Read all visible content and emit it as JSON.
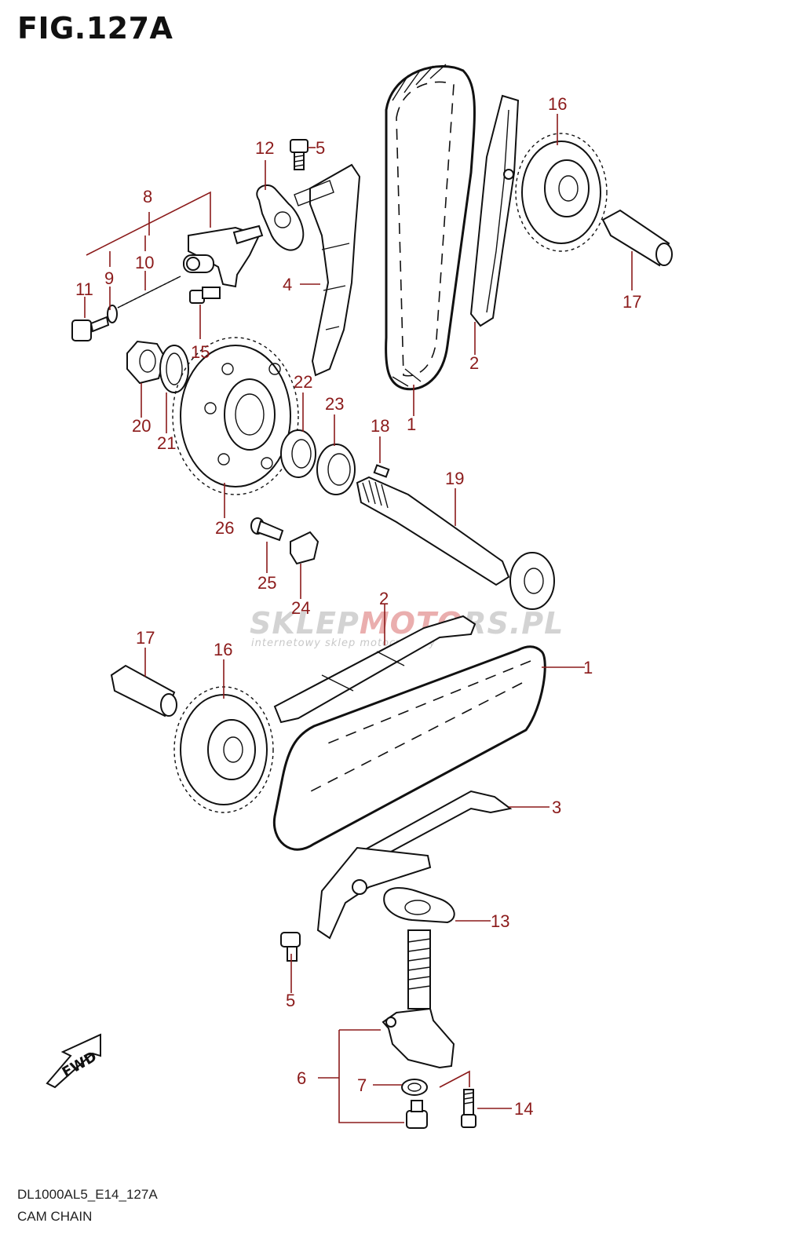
{
  "figure": {
    "title": "FIG.127A",
    "code": "DL1000AL5_E14_127A",
    "name": "CAM CHAIN"
  },
  "watermark": {
    "brand_part1": "SKLEP",
    "brand_part2": "MOTO",
    "brand_part3": "RS",
    "brand_part4": ".PL",
    "tagline": "internetowy sklep motocyklowy"
  },
  "fwd_label": "FWD",
  "callouts": [
    {
      "id": "c1a",
      "text": "1"
    },
    {
      "id": "c1b",
      "text": "1"
    },
    {
      "id": "c2a",
      "text": "2"
    },
    {
      "id": "c2b",
      "text": "2"
    },
    {
      "id": "c3",
      "text": "3"
    },
    {
      "id": "c4",
      "text": "4"
    },
    {
      "id": "c5a",
      "text": "5"
    },
    {
      "id": "c5b",
      "text": "5"
    },
    {
      "id": "c6",
      "text": "6"
    },
    {
      "id": "c7",
      "text": "7"
    },
    {
      "id": "c8",
      "text": "8"
    },
    {
      "id": "c9",
      "text": "9"
    },
    {
      "id": "c10",
      "text": "10"
    },
    {
      "id": "c11",
      "text": "11"
    },
    {
      "id": "c12",
      "text": "12"
    },
    {
      "id": "c13",
      "text": "13"
    },
    {
      "id": "c14",
      "text": "14"
    },
    {
      "id": "c15",
      "text": "15"
    },
    {
      "id": "c16a",
      "text": "16"
    },
    {
      "id": "c16b",
      "text": "16"
    },
    {
      "id": "c17a",
      "text": "17"
    },
    {
      "id": "c17b",
      "text": "17"
    },
    {
      "id": "c18",
      "text": "18"
    },
    {
      "id": "c19",
      "text": "19"
    },
    {
      "id": "c20",
      "text": "20"
    },
    {
      "id": "c21",
      "text": "21"
    },
    {
      "id": "c22",
      "text": "22"
    },
    {
      "id": "c23",
      "text": "23"
    },
    {
      "id": "c24",
      "text": "24"
    },
    {
      "id": "c25",
      "text": "25"
    },
    {
      "id": "c26",
      "text": "26"
    }
  ]
}
